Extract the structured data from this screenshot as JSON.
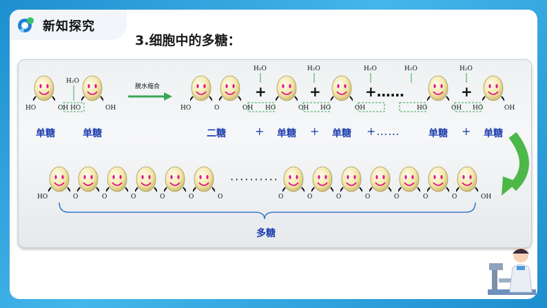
{
  "header": {
    "title": "新知探究",
    "logo_icon": "logo-icon"
  },
  "heading": "3.细胞中的多糖：",
  "reaction": {
    "arrow_label": "脱水缩合"
  },
  "water": "H₂O",
  "groups": {
    "ho": "HO",
    "oh": "OH",
    "o": "O"
  },
  "labels": {
    "mono1": "单糖",
    "mono2": "单糖",
    "di": "二糖",
    "mono3": "单糖",
    "mono4": "单糖",
    "mono5": "单糖",
    "mono6": "单糖",
    "plus": "+",
    "ellipsis": "+……",
    "poly": "多糖"
  },
  "colors": {
    "label_blue": "#1f3fae",
    "frame_blue": "#2a9bd6",
    "bond_green": "#3aa655",
    "curve_arrow": "#4cb848"
  }
}
